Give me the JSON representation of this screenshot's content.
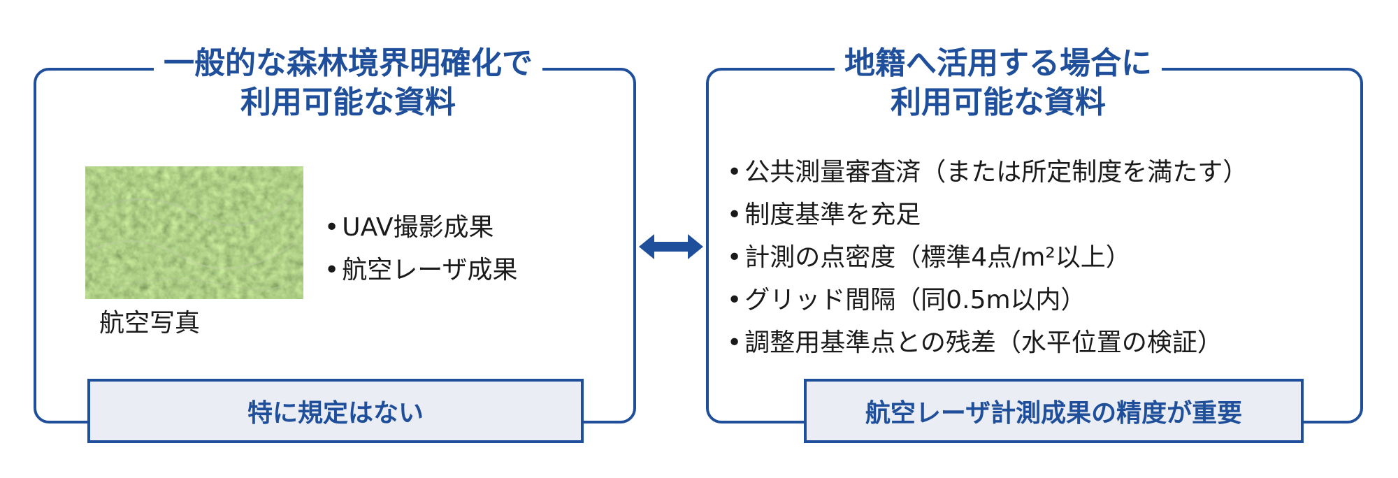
{
  "colors": {
    "accent": "#1f4f9a",
    "footer_bg": "#eaeef4"
  },
  "left_panel": {
    "title_lines": [
      "一般的な森林境界明確化で",
      "利用可能な資料"
    ],
    "photo_icon": "aerial-photo",
    "photo_caption": "航空写真",
    "items": [
      "UAV撮影成果",
      "航空レーザ成果"
    ],
    "footer": "特に規定はない"
  },
  "connector": {
    "icon": "double-arrow-icon"
  },
  "right_panel": {
    "title_lines": [
      "地籍へ活用する場合に",
      "利用可能な資料"
    ],
    "items": [
      "公共測量審査済（または所定制度を満たす）",
      "制度基準を充足",
      "計測の点密度（標準4点/m²以上）",
      "グリッド間隔（同0.5m以内）",
      "調整用基準点との残差（水平位置の検証）"
    ],
    "footer": "航空レーザ計測成果の精度が重要"
  }
}
